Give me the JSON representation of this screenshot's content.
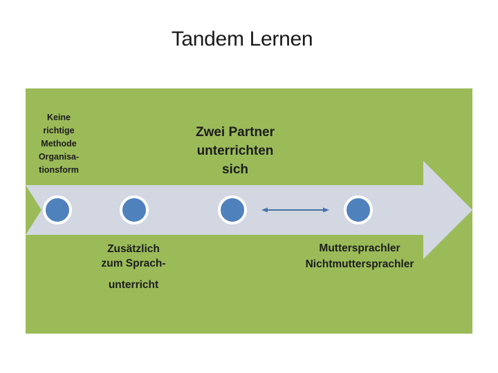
{
  "slide": {
    "title": "Tandem Lernen",
    "labels": {
      "method": {
        "lines": [
          "Keine",
          "richtige",
          "Methode",
          "Organisa-",
          "tionsform"
        ]
      },
      "partners": {
        "lines": [
          "Zwei Partner",
          "unterrichten",
          "sich"
        ]
      },
      "additional": {
        "lines": [
          "Zusätzlich",
          "zum Sprach-",
          "unterricht"
        ]
      },
      "speakers": {
        "lines": [
          "Muttersprachler",
          "Nichtmuttersprachler"
        ]
      }
    },
    "diagram": {
      "node_count": 4,
      "shapes": {
        "process_arrow": "right-arrow-band",
        "tail_notch": "chevron-notch",
        "connector": "double-headed-arrow"
      }
    },
    "colors": {
      "panel_green": "#9bbb59",
      "arrow_gray": "#d2d7e2",
      "circle_blue": "#4f81bd",
      "connector_blue": "#4a70a8",
      "title_text": "#1a1a1a",
      "label_text": "#1c1c1c"
    }
  }
}
